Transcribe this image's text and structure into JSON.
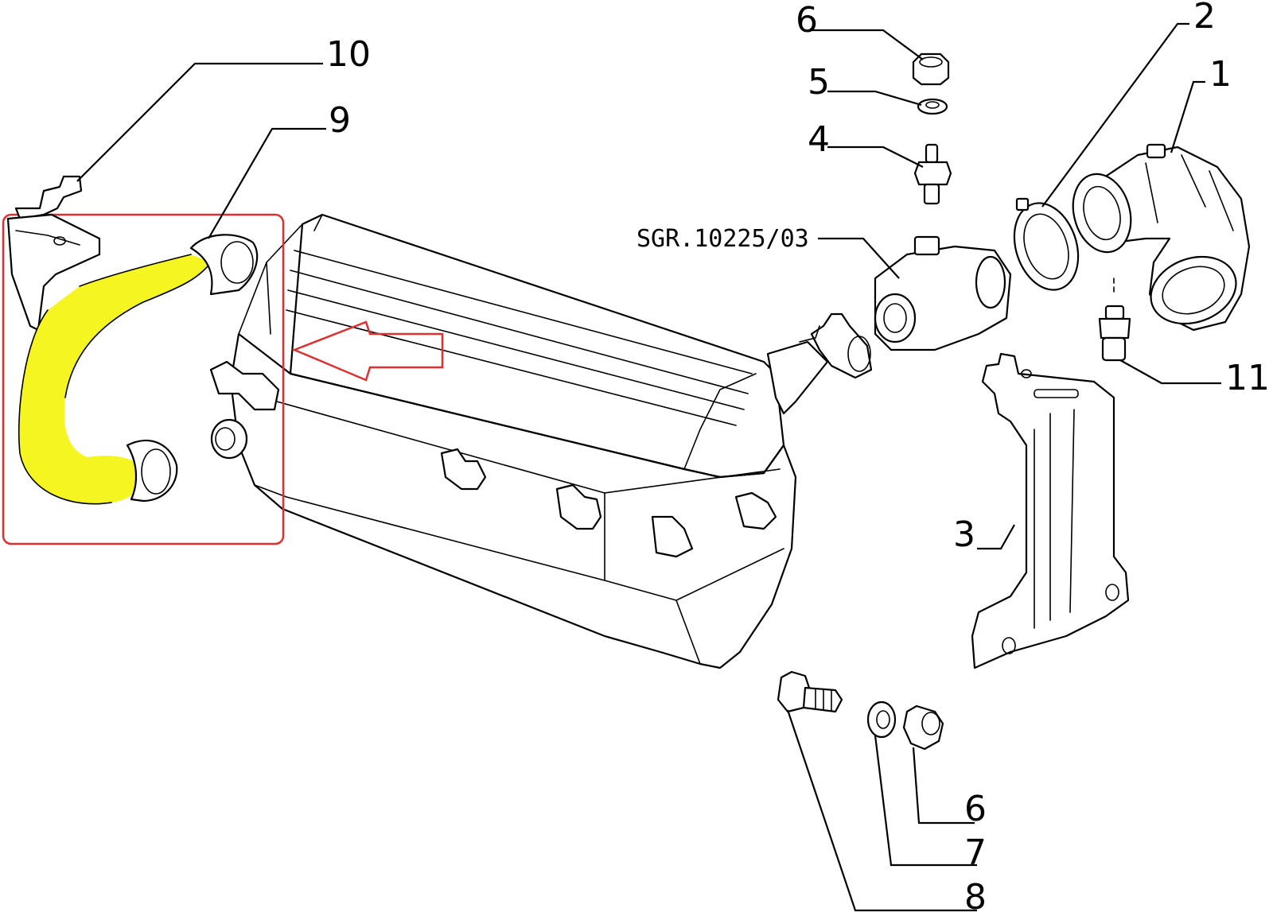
{
  "diagram": {
    "reference_code": "SGR.10225/03",
    "callouts": {
      "c1": "1",
      "c2": "2",
      "c3": "3",
      "c4": "4",
      "c5": "5",
      "c6_top": "6",
      "c6_bottom": "6",
      "c7": "7",
      "c8": "8",
      "c9": "9",
      "c10": "10",
      "c11": "11"
    },
    "highlight": {
      "part_callout": "9",
      "fill_color": "#f5f522",
      "box_color": "#e03030"
    },
    "colors": {
      "line_art": "#000000",
      "background": "#ffffff"
    }
  }
}
